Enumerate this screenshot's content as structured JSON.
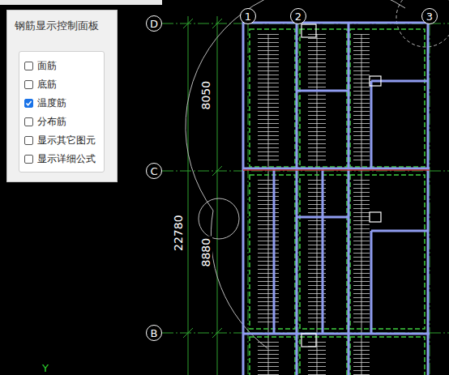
{
  "diagram": {
    "nodes": [
      {
        "text": [
          "钢筋显示控制面板"
        ]
      },
      {
        "text": [
          "面筋",
          "底筋",
          "温度筋",
          "分布筋",
          "显示其它图元",
          "显示详细公式"
        ],
        "in": 0
      },
      {
        "text": [
          "D"
        ]
      },
      {
        "text": [
          "C"
        ]
      },
      {
        "text": [
          "B"
        ]
      },
      {
        "text": [
          "1"
        ]
      },
      {
        "text": [
          "2"
        ]
      },
      {
        "text": [
          "3"
        ]
      }
    ],
    "edges": [],
    "labels": [
      "8050",
      "22780",
      "8880",
      "Y"
    ]
  }
}
